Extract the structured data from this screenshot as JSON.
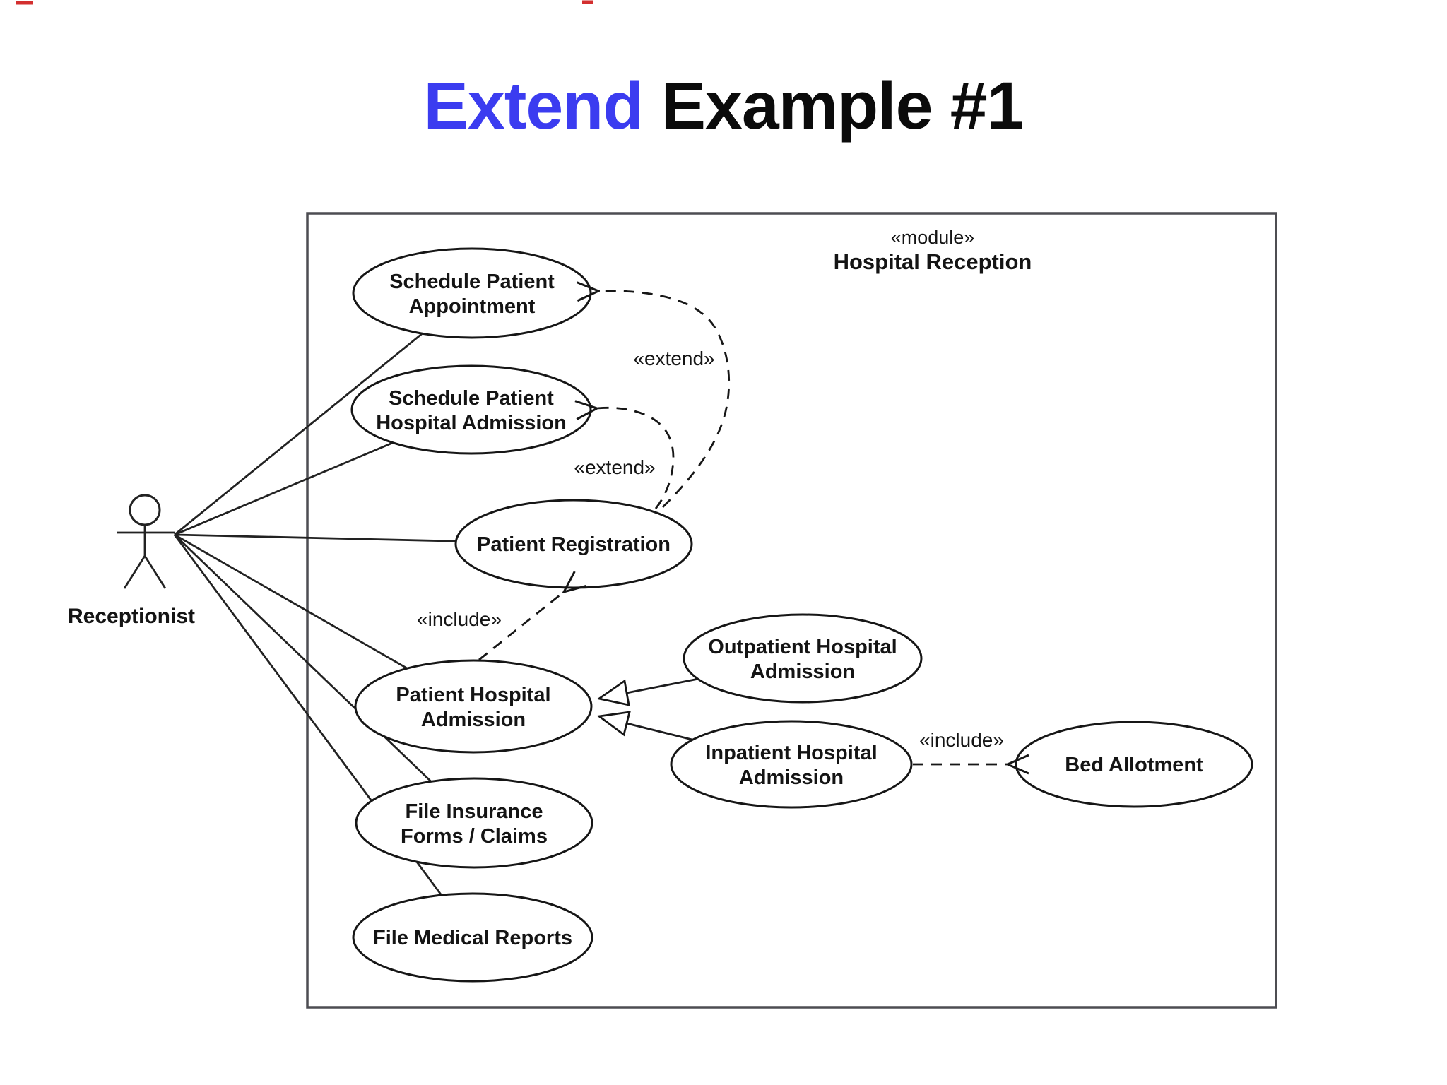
{
  "title": {
    "word_highlight": "Extend",
    "word_rest": " Example #1",
    "highlight_color": "#3b3cf0",
    "text_color": "#0b0b0b"
  },
  "system_boundary": {
    "stereotype": "«module»",
    "name": "Hospital Reception"
  },
  "actor": {
    "name": "Receptionist"
  },
  "use_cases": [
    {
      "name": "Schedule Patient Appointment",
      "line1": "Schedule Patient",
      "line2": "Appointment"
    },
    {
      "name": "Schedule Patient Hospital Admission",
      "line1": "Schedule Patient",
      "line2": "Hospital Admission"
    },
    {
      "name": "Patient Registration",
      "line1": "Patient Registration"
    },
    {
      "name": "Patient Hospital Admission",
      "line1": "Patient Hospital",
      "line2": "Admission"
    },
    {
      "name": "File Insurance Forms / Claims",
      "line1": "File Insurance",
      "line2": "Forms / Claims"
    },
    {
      "name": "File Medical Reports",
      "line1": "File Medical Reports"
    },
    {
      "name": "Outpatient Hospital Admission",
      "line1": "Outpatient Hospital",
      "line2": "Admission"
    },
    {
      "name": "Inpatient Hospital Admission",
      "line1": "Inpatient Hospital",
      "line2": "Admission"
    },
    {
      "name": "Bed Allotment",
      "line1": "Bed Allotment"
    }
  ],
  "relationships": [
    {
      "type": "extend",
      "label": "«extend»",
      "from": "Patient Registration",
      "to": "Schedule Patient Appointment"
    },
    {
      "type": "extend",
      "label": "«extend»",
      "from": "Patient Registration",
      "to": "Schedule Patient Hospital Admission"
    },
    {
      "type": "include",
      "label": "«include»",
      "from": "Patient Hospital Admission",
      "to": "Patient Registration"
    },
    {
      "type": "include",
      "label": "«include»",
      "from": "Inpatient Hospital Admission",
      "to": "Bed Allotment"
    },
    {
      "type": "generalization",
      "from": "Outpatient Hospital Admission",
      "to": "Patient Hospital Admission"
    },
    {
      "type": "generalization",
      "from": "Inpatient Hospital Admission",
      "to": "Patient Hospital Admission"
    }
  ]
}
